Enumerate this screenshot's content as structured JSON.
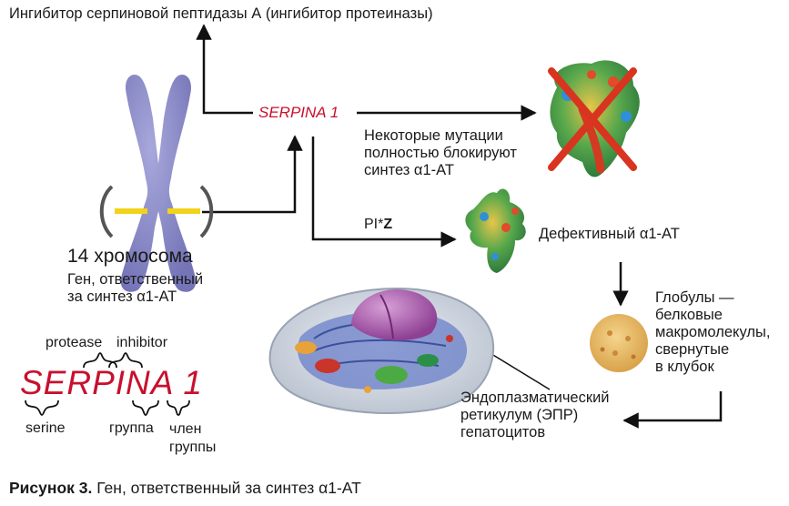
{
  "title": "Ингибитор серпиновой пептидазы А (ингибитор протеиназы)",
  "gene": "SERPINA 1",
  "mutation_note": "Некоторые мутации\nполностью блокируют\nсинтез α1-АТ",
  "variant_prefix": "PI*",
  "variant_letter": "Z",
  "defective": "Дефективный α1-АТ",
  "globules": "Глобулы —\nбелковые\nмакромолекулы,\nсвернутые\nв клубок",
  "chromosome_title": "14 хромосома",
  "chromosome_desc": "Ген, ответственный\nза синтез α1-АТ",
  "etymology": {
    "word": "SERPINA 1",
    "protease": "protease",
    "inhibitor": "inhibitor",
    "serine": "serine",
    "group": "группа",
    "member": "член\nгруппы"
  },
  "er_label": "Эндоплазматический\nретикулум (ЭПР)\nгепатоцитов",
  "caption_bold": "Рисунок 3.",
  "caption_text": " Ген, ответственный за синтез α1-АТ",
  "colors": {
    "gene_red": "#c8102e",
    "chromosome": "#8e8ec9",
    "band": "#f2d21a",
    "cross": "#d8341f"
  },
  "icons": [
    "chromosome-icon",
    "protein-blob-icon",
    "cross-icon",
    "globule-icon",
    "cell-icon"
  ]
}
